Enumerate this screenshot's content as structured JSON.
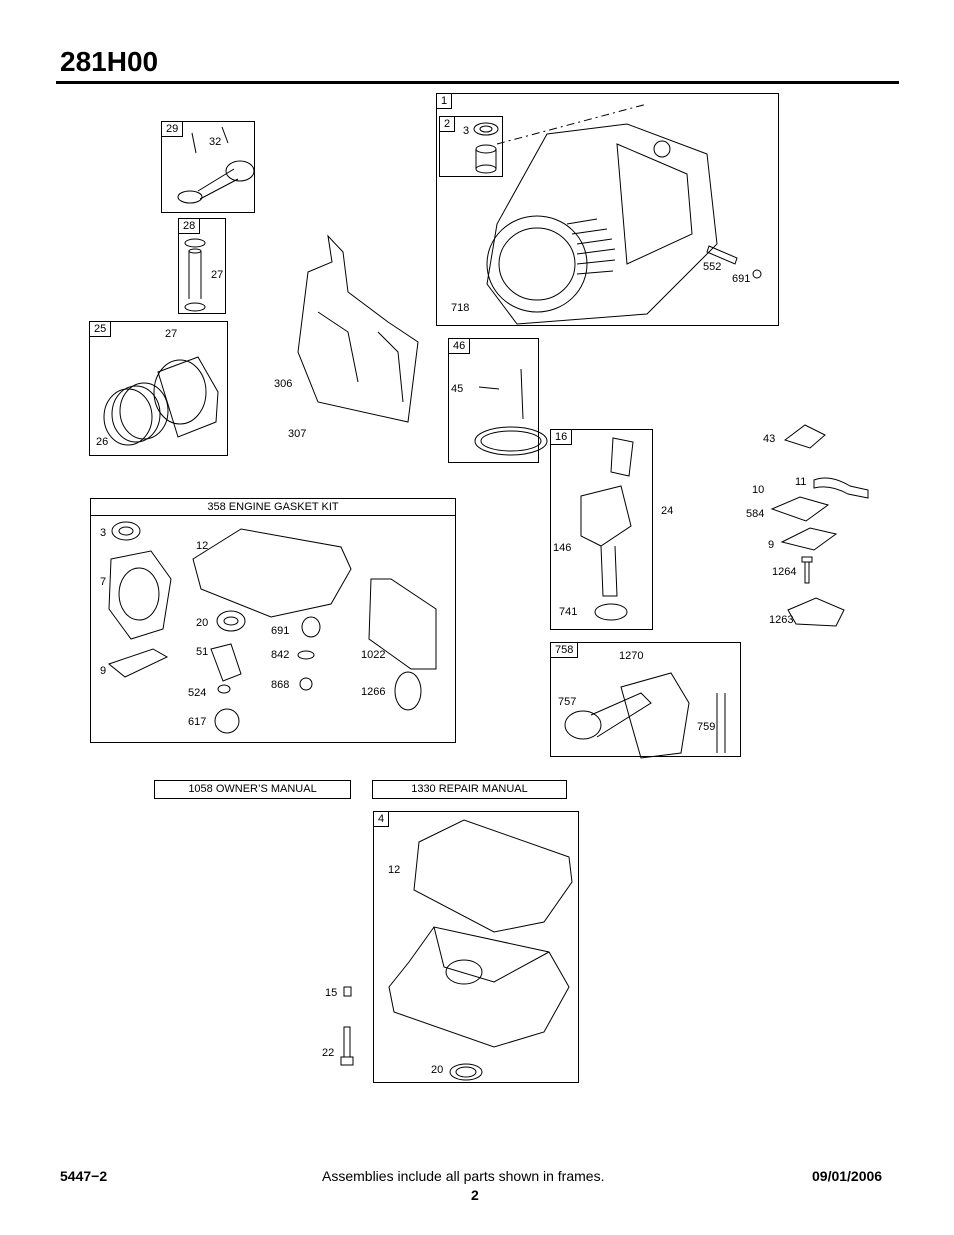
{
  "header": {
    "title": "281H00"
  },
  "frames": {
    "f1": "1",
    "f2": "2",
    "f29": "29",
    "f28": "28",
    "f25": "25",
    "f46": "46",
    "f16": "16",
    "f758": "758",
    "f4": "4"
  },
  "labels": {
    "l32": "32",
    "l27a": "27",
    "l27b": "27",
    "l26": "26",
    "l3top": "3",
    "l552": "552",
    "l691top": "691",
    "l718": "718",
    "l306": "306",
    "l307": "307",
    "l45": "45",
    "l146": "146",
    "l741": "741",
    "l24": "24",
    "l43": "43",
    "l10": "10",
    "l11": "11",
    "l584": "584",
    "l9r": "9",
    "l1264": "1264",
    "l1263": "1263",
    "l1270": "1270",
    "l757": "757",
    "l759": "759",
    "k3": "3",
    "k12": "12",
    "k7": "7",
    "k20": "20",
    "k691": "691",
    "k51": "51",
    "k842": "842",
    "k1022": "1022",
    "k9": "9",
    "k868": "868",
    "k524": "524",
    "k1266": "1266",
    "k617": "617",
    "b12": "12",
    "b15": "15",
    "b22": "22",
    "b20": "20"
  },
  "kits": {
    "gasket": "358 ENGINE GASKET KIT",
    "owners": "1058 OWNER’S MANUAL",
    "repair": "1330 REPAIR MANUAL"
  },
  "footer": {
    "left": "5447−2",
    "center": "Assemblies include all parts shown in frames.",
    "right": "09/01/2006",
    "page": "2"
  }
}
